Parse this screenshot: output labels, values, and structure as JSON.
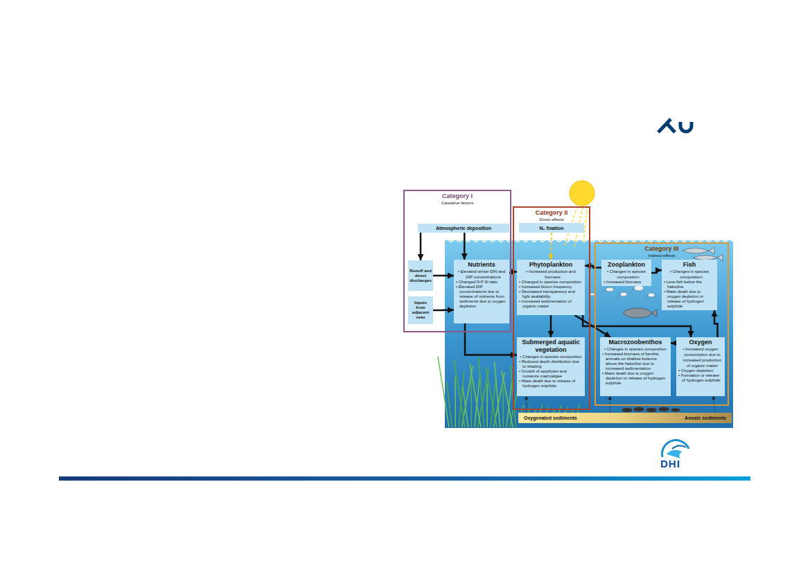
{
  "diagram": {
    "nodes": [
      {
        "text": [
          "Category I",
          "Causative factors"
        ]
      },
      {
        "text": [
          "Atmospheric deposition"
        ],
        "in": 0
      },
      {
        "text": [
          "Runoff and direct discharges"
        ],
        "in": 0
      },
      {
        "text": [
          "Inputs from adjacent seas"
        ],
        "in": 0
      },
      {
        "text": [
          "Nutrients",
          "• Elevated winter DIN and DIP concentrations",
          "• Changed N:P:Si ratio",
          "• Elevated DIP concentrations due to release of nutrients from sediments due to oxygen depletion"
        ],
        "in": 0
      },
      {
        "text": [
          "Category II",
          "Direct effects"
        ]
      },
      {
        "text": [
          "N₂ fixation"
        ],
        "in": 5
      },
      {
        "text": [
          "Phytoplankton",
          "• Increased production and biomass",
          "• Changed in species composition",
          "• Increased bloom frequency",
          "• Decreased transparency and light availability",
          "• Increased sedimentation of organic matter"
        ],
        "in": 5
      },
      {
        "text": [
          "Submerged aquatic vegetation",
          "• Changes in species composition",
          "• Reduced depth distribution due to shading",
          "• Growth of epiphytes and nuisance macroalgae",
          "• Mass death due to release of hydrogen sulphide"
        ],
        "in": 5
      },
      {
        "text": [
          "Category III",
          "Indirect effects"
        ]
      },
      {
        "text": [
          "Zooplankton",
          "• Changes in species composition",
          "• Increased biomass"
        ],
        "in": 9
      },
      {
        "text": [
          "Fish",
          "• Changes in species composition",
          "• Less fish below the halocline",
          "• Mass death due to oxygen depletion or release of hydrogen sulphide"
        ],
        "in": 9
      },
      {
        "text": [
          "Macrozoobenthos",
          "• Changes in species composition",
          "• Increased biomass of benthic animals on shallow bottoms above the halocline due to increased sedimentation",
          "• Mass death due to oxygen depletion or release of hydrogen sulphide"
        ],
        "in": 9
      },
      {
        "text": [
          "Oxygen",
          "• Increased oxygen consumption due to increased production of organic matter",
          "• Oxygen depletion",
          "• Formation or release of hydrogen sulphide"
        ],
        "in": 9
      },
      {
        "text": [
          "Oxygenated sediments",
          "Anoxic sediments"
        ]
      }
    ],
    "edges": [
      {
        "from": 1,
        "to": 2,
        "arrow": "to"
      },
      {
        "from": 1,
        "to": 4,
        "arrow": "to"
      },
      {
        "from": 2,
        "to": 4,
        "arrow": "to"
      },
      {
        "from": 3,
        "to": 4,
        "arrow": "to"
      },
      {
        "from": 4,
        "to": 7,
        "arrow": "to"
      },
      {
        "from": 4,
        "to": 8,
        "arrow": "to"
      },
      {
        "from": 6,
        "to": 7,
        "arrow": "to"
      },
      {
        "from": 10,
        "to": 7,
        "arrow": "to"
      },
      {
        "from": 7,
        "to": 8,
        "arrow": "to"
      },
      {
        "from": 7,
        "to": 12,
        "arrow": "to"
      },
      {
        "from": 7,
        "to": 13,
        "arrow": "to"
      },
      {
        "from": 10,
        "to": 11,
        "arrow": "to"
      },
      {
        "from": 13,
        "to": 11,
        "arrow": "to"
      },
      {
        "from": 13,
        "to": 12,
        "arrow": "to"
      },
      {
        "from": 14,
        "to": 8,
        "arrow": "to"
      },
      {
        "from": 14,
        "to": 12,
        "arrow": "to"
      },
      {
        "from": 14,
        "to": 13,
        "arrow": "to"
      }
    ],
    "labels": [
      "DHI"
    ]
  }
}
